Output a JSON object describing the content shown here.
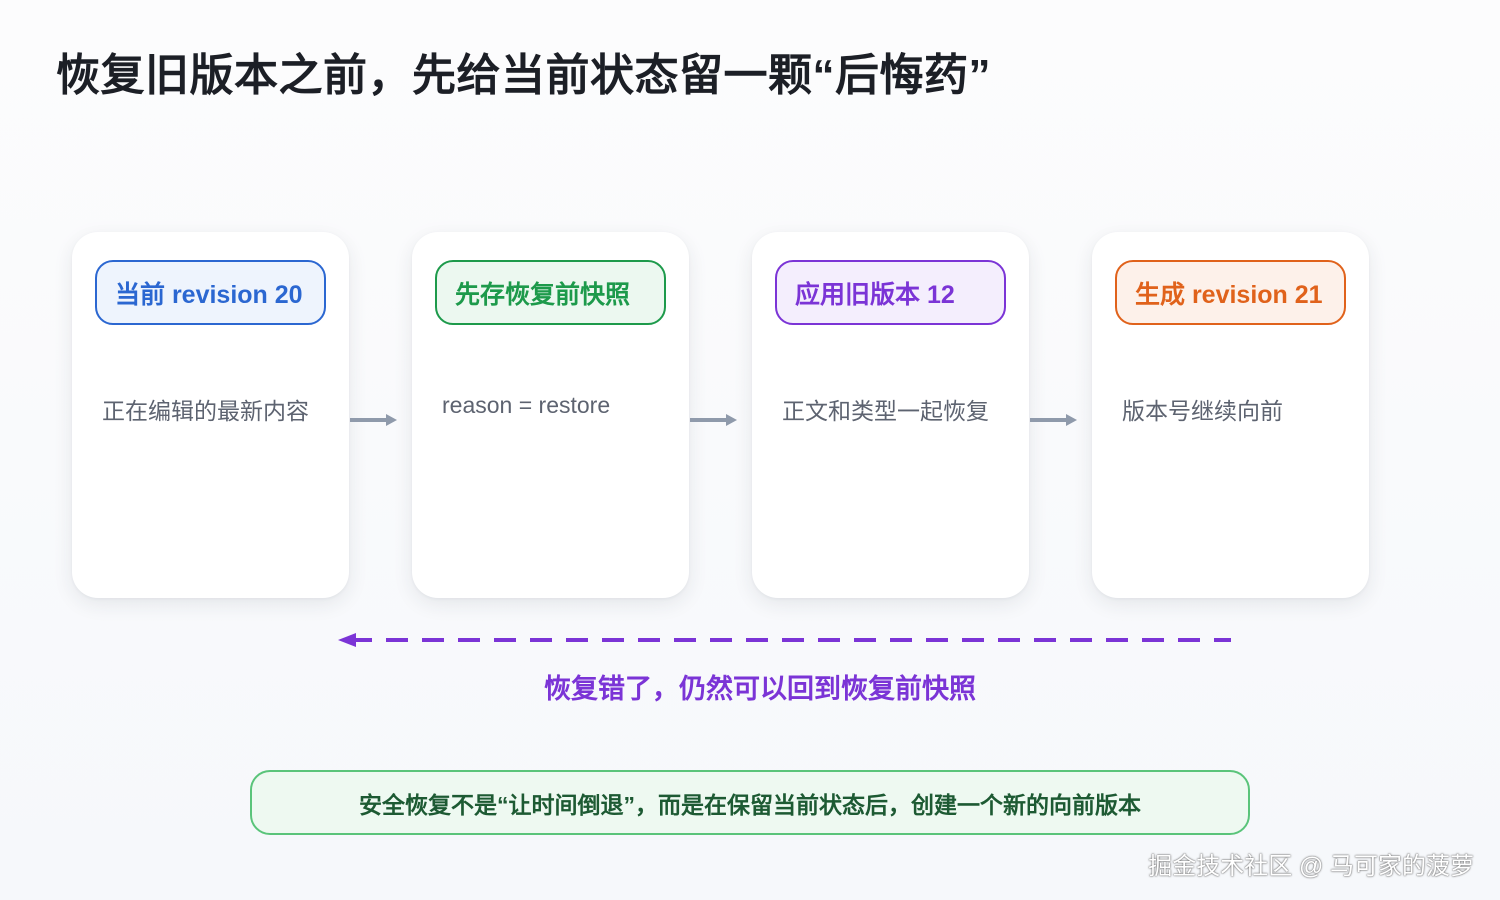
{
  "title": "恢复旧版本之前，先给当前状态留一颗“后悔药”",
  "steps": [
    {
      "label": "当前 revision 20",
      "description": "正在编辑的最新内容",
      "color": "#2b67d1",
      "bg": "#eef4fd"
    },
    {
      "label": "先存恢复前快照",
      "description": "reason = restore",
      "color": "#1d9a4b",
      "bg": "#ecf8f0"
    },
    {
      "label": "应用旧版本 12",
      "description": "正文和类型一起恢复",
      "color": "#7b34d6",
      "bg": "#f4eefd"
    },
    {
      "label": "生成 revision 21",
      "description": "版本号继续向前",
      "color": "#e0621b",
      "bg": "#fdf1ea"
    }
  ],
  "flow_arrow_color": "#8f9aab",
  "rollback": {
    "label": "恢复错了，仍然可以回到恢复前快照",
    "color": "#7b34d6"
  },
  "summary": "安全恢复不是“让时间倒退”，而是在保留当前状态后，创建一个新的向前版本",
  "watermark": "掘金技术社区 @ 马可家的菠萝"
}
